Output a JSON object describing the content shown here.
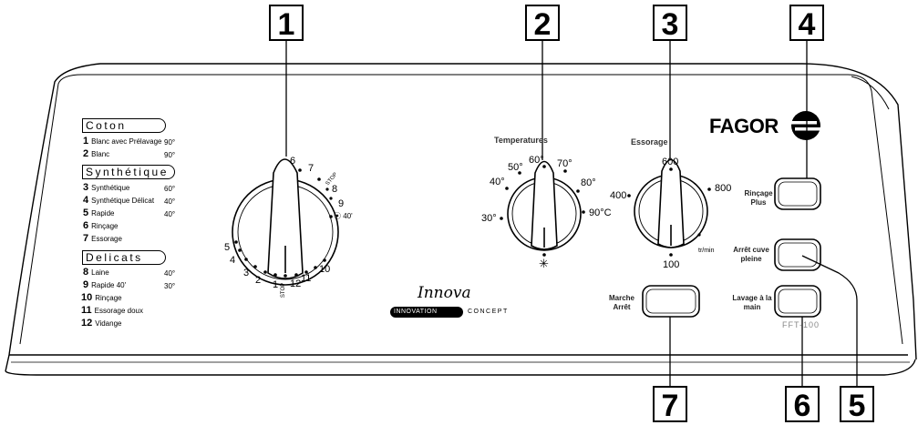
{
  "callouts": [
    "1",
    "2",
    "3",
    "4",
    "5",
    "6",
    "7"
  ],
  "brand": "FAGOR",
  "innova": {
    "name": "Innova",
    "tag": "INNOVATION",
    "concept": "CONCEPT"
  },
  "model": "FFT-100",
  "programs": {
    "groups": [
      {
        "title": "Coton",
        "items": [
          {
            "n": "1",
            "label": "Blanc avec Prélavage",
            "temp": "90°"
          },
          {
            "n": "2",
            "label": "Blanc",
            "temp": "90°"
          }
        ]
      },
      {
        "title": "Synthétique",
        "items": [
          {
            "n": "3",
            "label": "Synthétique",
            "temp": "60°"
          },
          {
            "n": "4",
            "label": "Synthétique Délicat",
            "temp": "40°"
          },
          {
            "n": "5",
            "label": "Rapide",
            "temp": "40°"
          },
          {
            "n": "6",
            "label": "Rinçage",
            "temp": ""
          },
          {
            "n": "7",
            "label": "Essorage",
            "temp": ""
          }
        ]
      },
      {
        "title": "Delicats",
        "items": [
          {
            "n": "8",
            "label": "Laine",
            "temp": "40°"
          },
          {
            "n": "9",
            "label": "Rapide 40'",
            "temp": "30°"
          },
          {
            "n": "10",
            "label": "Rinçage",
            "temp": ""
          },
          {
            "n": "11",
            "label": "Essorage doux",
            "temp": ""
          },
          {
            "n": "12",
            "label": "Vidange",
            "temp": ""
          }
        ]
      }
    ]
  },
  "dial1": {
    "marks": [
      "1",
      "2",
      "3",
      "4",
      "5",
      "6",
      "7",
      "8",
      "9",
      "10",
      "11",
      "12"
    ],
    "stop": "STOP",
    "nine_note": "40'"
  },
  "temperature": {
    "title": "Temperatures",
    "marks": [
      "30°",
      "40°",
      "50°",
      "60°",
      "70°",
      "80°",
      "90°C"
    ],
    "cold": "✳"
  },
  "spin": {
    "title": "Essorage",
    "marks": [
      "400",
      "600",
      "800",
      "100"
    ],
    "unit": "tr/min"
  },
  "buttons": {
    "rincage": "Rinçage Plus",
    "arret_cuve": "Arrêt cuve pleine",
    "lavage_main": "Lavage à la main",
    "marche": "Marche Arrêt"
  }
}
